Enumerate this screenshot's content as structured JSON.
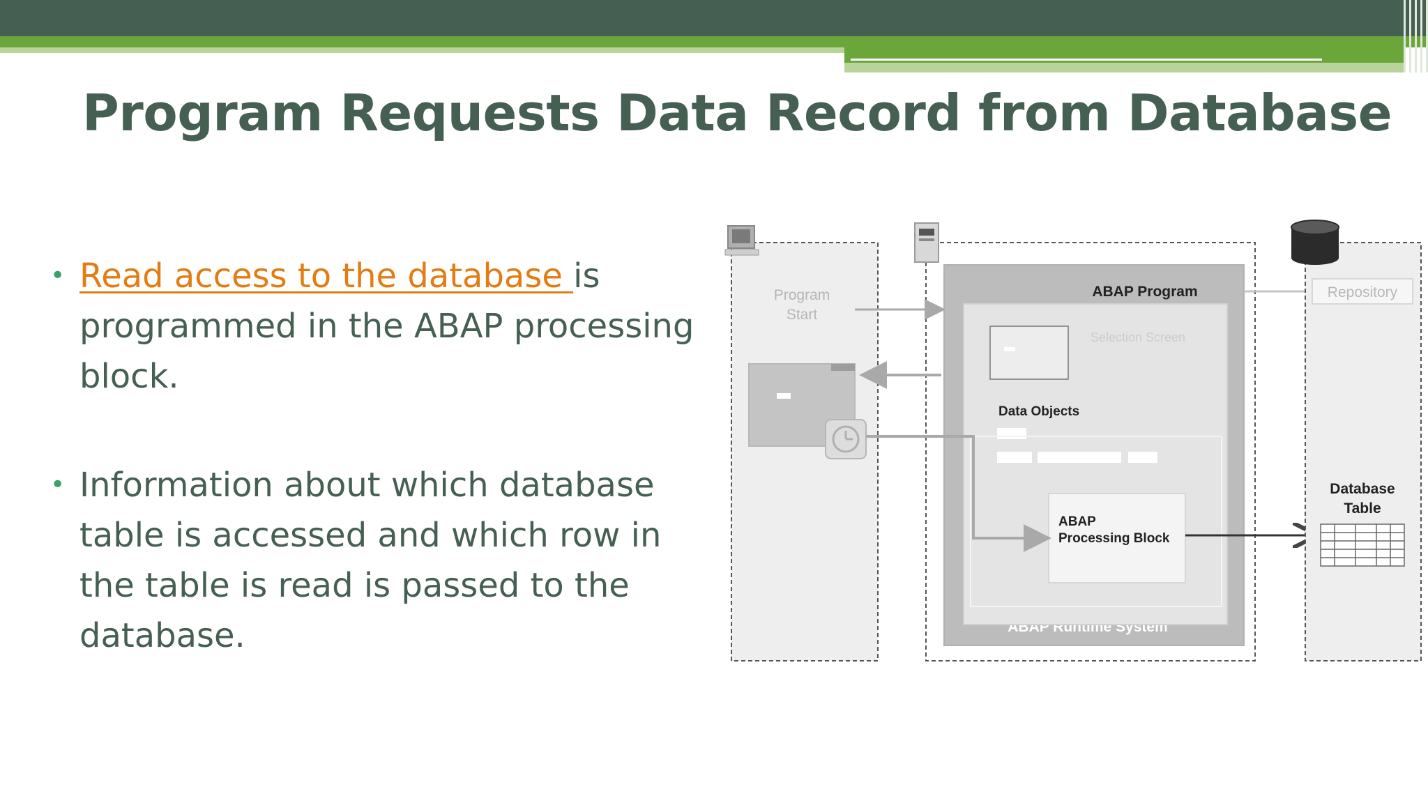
{
  "slide": {
    "title": "Program Requests Data Record from Database",
    "bullets": [
      {
        "link_text": "Read access to the database ",
        "rest_text": "is programmed in the ABAP processing block."
      },
      {
        "link_text": "",
        "rest_text": "Information about which database table is accessed and which row in the table is read is passed to the database."
      }
    ]
  },
  "diagram": {
    "program_start": [
      "Program",
      "Start"
    ],
    "abap_program": "ABAP Program",
    "selection_screen": "Selection Screen",
    "data_objects": "Data Objects",
    "processing_block": [
      "ABAP",
      "Processing Block"
    ],
    "runtime_system": "ABAP Runtime System",
    "repository": "Repository",
    "database_table": [
      "Database",
      "Table"
    ]
  },
  "colors": {
    "header_dark": "#455f52",
    "header_green": "#6aa63a",
    "title": "#455f52",
    "body_text": "#455f52",
    "link": "#e37d13",
    "bullet": "#3ca06a"
  },
  "icons": [
    "computer-icon",
    "server-icon",
    "database-icon",
    "clock-icon"
  ]
}
